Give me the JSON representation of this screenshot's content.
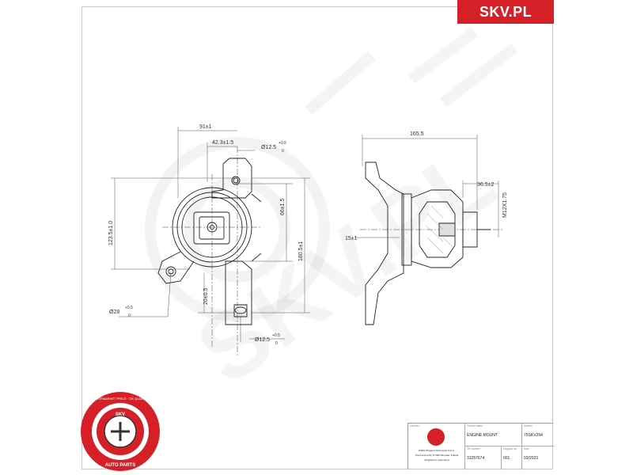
{
  "brand": {
    "label": "SKV.PL"
  },
  "seal": {
    "ring_text_top": "AFTERMARKET PRICE · OE QUALITY",
    "ring_text_bottom": "AUTO PARTS",
    "center_text": "SKV"
  },
  "watermark": {
    "text": "SKV.PL"
  },
  "drawing": {
    "dims": {
      "d91": "91±1",
      "d42": "42.3±1.5",
      "d125": "Ø12.5",
      "tol_plus": "+0.5",
      "tol_zero": "0",
      "d123": "123.5±1.0",
      "d66": "66±1.5",
      "d180": "180.5±1",
      "d20": "20±0.5",
      "d28": "Ø28",
      "d125b": "Ø12.5",
      "d165": "165.5",
      "d365": "36.5±2",
      "m12": "M12X1.75",
      "d15": "15±1"
    }
  },
  "title_block": {
    "importer_label": "Importer",
    "company_lines": [
      "ESEN Wojciech Mrozowski S.K.A.",
      "Poprzeczna 63, 57-900 Wroclaw, Poland",
      "info@skv.pl, www.skv.pl"
    ],
    "product_name_label": "Product name",
    "product_name": "ENGINE MOUNT",
    "symbol_label": "Symbol",
    "symbol": "75SKV294",
    "oe_label": "OE Number",
    "oe_number": "31257674",
    "version_label": "Diagram No.",
    "version": "001",
    "date_label": "Date",
    "date": "03/2023"
  }
}
